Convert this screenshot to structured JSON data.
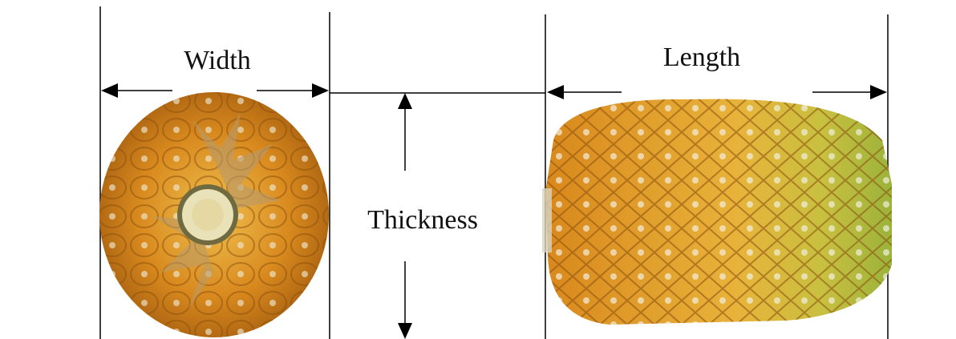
{
  "labels": {
    "width": "Width",
    "thickness": "Thickness",
    "length": "Length"
  },
  "colors": {
    "line": "#000000",
    "background": "#ffffff",
    "pineapple_orange": "#d98a1e",
    "pineapple_yellow": "#e8b33a",
    "pineapple_green": "#9bb33a",
    "stem_cut": "#e9e2b8"
  },
  "illustrations": [
    "pineapple-top-view",
    "pineapple-side-view"
  ]
}
